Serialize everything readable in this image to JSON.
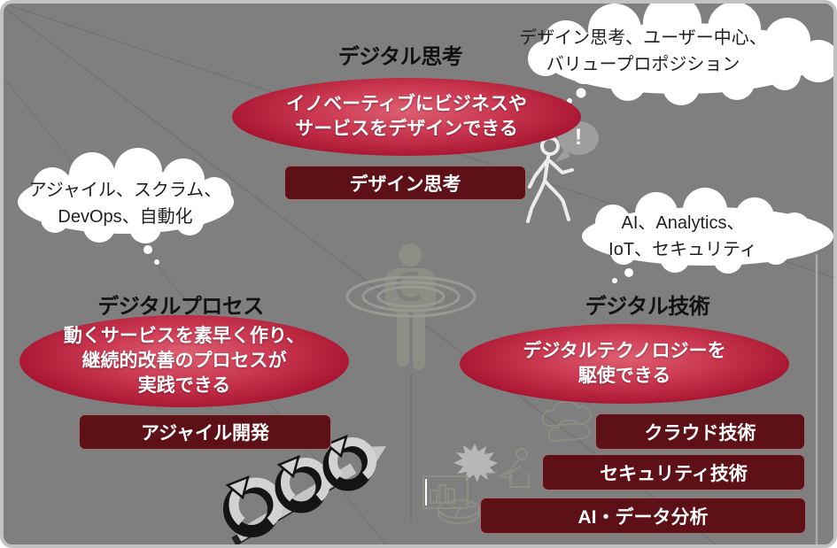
{
  "palette": {
    "background": "#7f7f7f",
    "frame": "#c2c2c2",
    "ellipse_center": "#de5f71",
    "ellipse_edge": "#970f26",
    "box_bg": "#5d1016",
    "box_text": "#ffffff",
    "title_text": "#121212",
    "cloud_bg": "#ffffff",
    "cloud_text": "#1f1f1f"
  },
  "thinking": {
    "title": "デジタル思考",
    "cloud": {
      "line1": "デザイン思考、ユーザー中心、",
      "line2": "バリュープロポジション"
    },
    "ellipse": {
      "line1": "イノベーティブにビジネスや",
      "line2": "サービスをデザインできる"
    },
    "box_label": "デザイン思考",
    "alert": "!"
  },
  "process": {
    "title": "デジタルプロセス",
    "cloud": {
      "line1": "アジャイル、スクラム、",
      "line2": "DevOps、自動化"
    },
    "ellipse": {
      "line1": "動くサービスを素早く作り、",
      "line2": "継続的改善のプロセスが",
      "line3": "実践できる"
    },
    "box_label": "アジャイル開発"
  },
  "technology": {
    "title": "デジタル技術",
    "cloud": {
      "line1": "AI、Analytics、",
      "line2": "IoT、セキュリティ"
    },
    "ellipse": {
      "line1": "デジタルテクノロジーを",
      "line2": "駆使できる"
    },
    "boxes": [
      "クラウド技術",
      "セキュリティ技術",
      "AI・データ分析"
    ]
  },
  "icons": {
    "center": "person-in-whirlpool-icon",
    "walker": "walking-person-icon",
    "bubble": "exclamation-bubble-icon",
    "gears": "iteration-cycle-arrows-icon",
    "cloud_outline": "cloud-computing-icon",
    "burst": "spark-burst-icon",
    "desk_person": "person-at-laptop-icon",
    "chart": "bar-chart-monitor-icon",
    "pie": "pie-chart-icon"
  }
}
